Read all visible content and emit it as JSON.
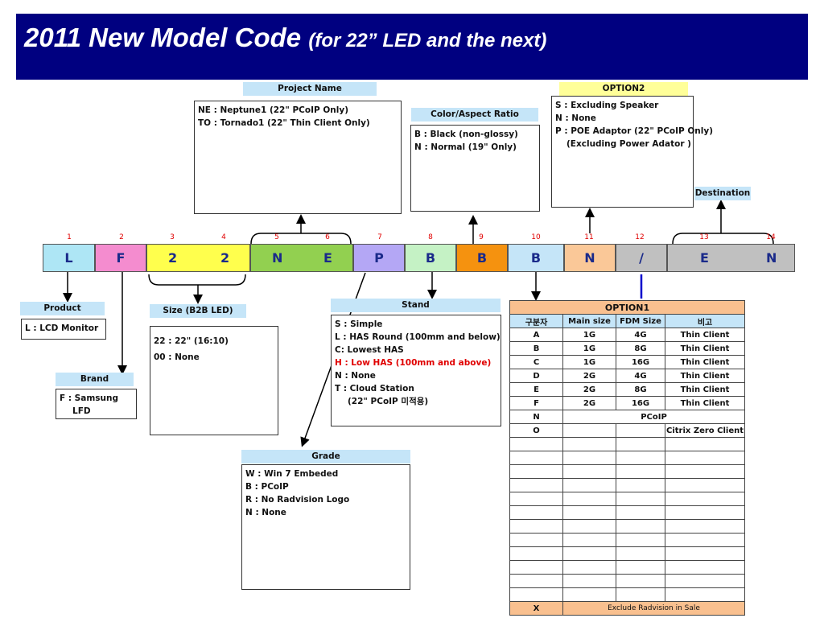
{
  "title": {
    "main": "2011 New Model Code",
    "sub": "(for 22” LED and the next)"
  },
  "positions": [
    "1",
    "2",
    "3",
    "4",
    "5",
    "6",
    "7",
    "8",
    "9",
    "10",
    "11",
    "12",
    "13",
    "14"
  ],
  "code": {
    "L": "L",
    "F": "F",
    "d2a": "2",
    "d2b": "2",
    "N1": "N",
    "E1": "E",
    "P": "P",
    "B1": "B",
    "B2": "B",
    "B3": "B",
    "N2": "N",
    "slash": "/",
    "E2": "E",
    "N3": "N"
  },
  "colors": {
    "title_bg": "#000080",
    "label_bg": "#c5e5f8",
    "option2_bg": "#ffff99",
    "option1_bg": "#f9c08f",
    "accent_red": "#e00000"
  },
  "project_name": {
    "label": "Project Name",
    "lines": [
      "NE : Neptune1 (22\" PCoIP Only)",
      "TO : Tornado1 (22\" Thin Client Only)"
    ]
  },
  "color_aspect": {
    "label": "Color/Aspect Ratio",
    "lines": [
      "B : Black (non-glossy)",
      "N : Normal (19\" Only)"
    ]
  },
  "option2": {
    "label": "OPTION2",
    "lines": [
      "S : Excluding Speaker",
      "N : None",
      "P : POE Adaptor (22\" PCoIP Only)",
      "(Excluding Power Adator )"
    ]
  },
  "destination": {
    "label": "Destination"
  },
  "product": {
    "label": "Product",
    "lines": [
      "L : LCD Monitor"
    ]
  },
  "brand": {
    "label": "Brand",
    "lines": [
      "F : Samsung",
      "LFD"
    ]
  },
  "size": {
    "label": "Size (B2B LED)",
    "lines": [
      "22 : 22\" (16:10)",
      "00 : None"
    ]
  },
  "stand": {
    "label": "Stand",
    "lines": [
      "S : Simple",
      "L : HAS Round (100mm  and below)",
      "C: Lowest HAS",
      "H : Low HAS (100mm  and above)",
      "N : None",
      "T : Cloud Station",
      "(22\" PCoIP 미적용)"
    ]
  },
  "grade": {
    "label": "Grade",
    "lines": [
      "W : Win 7 Embeded",
      "B : PCoIP",
      "R : No Radvision Logo",
      "N : None"
    ]
  },
  "option1": {
    "title": "OPTION1",
    "headers": [
      "구분자",
      "Main size",
      "FDM Size",
      "비고"
    ],
    "rows": [
      [
        "A",
        "1G",
        "4G",
        "Thin Client"
      ],
      [
        "B",
        "1G",
        "8G",
        "Thin Client"
      ],
      [
        "C",
        "1G",
        "16G",
        "Thin Client"
      ],
      [
        "D",
        "2G",
        "4G",
        "Thin Client"
      ],
      [
        "E",
        "2G",
        "8G",
        "Thin Client"
      ],
      [
        "F",
        "2G",
        "16G",
        "Thin Client"
      ]
    ],
    "row_n": {
      "code": "N",
      "desc": "PCoIP"
    },
    "row_o": {
      "code": "O",
      "note": "Citrix Zero Client"
    },
    "row_x": {
      "code": "X",
      "desc": "Exclude Radvision in Sale"
    }
  }
}
